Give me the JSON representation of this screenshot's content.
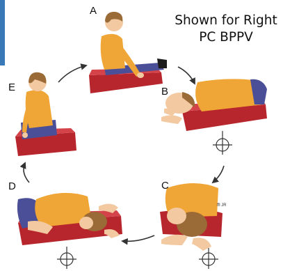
{
  "caption": {
    "line1": "Shown for Right",
    "line2": "PC BPPV"
  },
  "steps": [
    {
      "label": "A"
    },
    {
      "label": "B"
    },
    {
      "label": "C"
    },
    {
      "label": "D"
    },
    {
      "label": "E"
    }
  ],
  "artist_mark": "ffl JR",
  "colors": {
    "shirt": "#f0a636",
    "pants": "#4b4f98",
    "mat": "#b8262d",
    "skin": "#f3c9a1",
    "hair": "#9a6b37",
    "accent_bar": "#3a79b8"
  }
}
